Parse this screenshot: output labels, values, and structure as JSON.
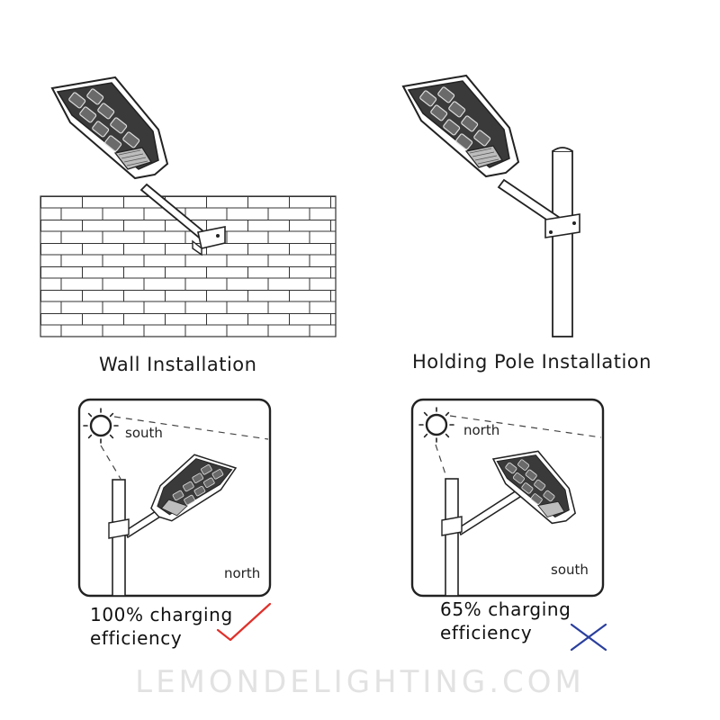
{
  "captions": {
    "wall_installation": "Wall Installation",
    "holding_pole_installation": "Holding Pole Installation"
  },
  "panels": {
    "correct": {
      "sun_direction": "south",
      "lamp_direction": "north",
      "efficiency_line1": "100% charging",
      "efficiency_line2": "efficiency",
      "verdict_icon": "check-icon",
      "verdict_color": "#e0302a"
    },
    "incorrect": {
      "sun_direction": "north",
      "lamp_direction": "south",
      "efficiency_line1": "65% charging",
      "efficiency_line2": "efficiency",
      "verdict_icon": "cross-icon",
      "verdict_color": "#2a3f9e"
    }
  },
  "watermark": "LEMONDELIGHTING.COM"
}
